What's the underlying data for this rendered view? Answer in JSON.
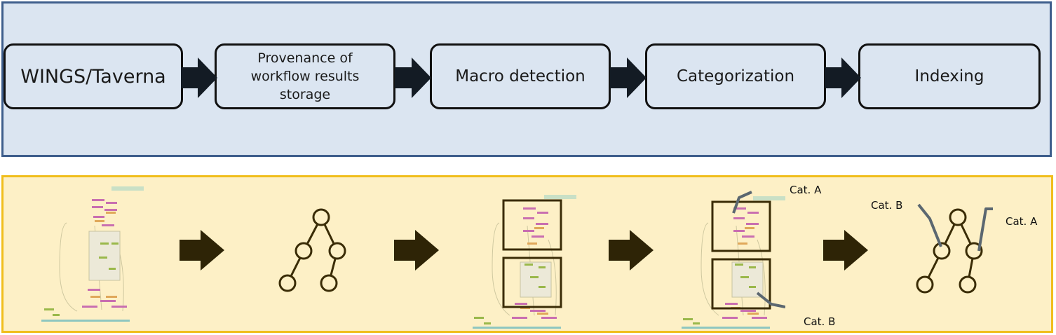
{
  "pipeline": {
    "stages": [
      {
        "label": "WINGS/Taverna"
      },
      {
        "label": "Provenance of workflow results storage",
        "lines": [
          "Provenance of",
          "workflow results",
          "storage"
        ]
      },
      {
        "label": "Macro detection"
      },
      {
        "label": "Categorization"
      },
      {
        "label": "Indexing"
      }
    ]
  },
  "illustration": {
    "categories": {
      "cat_a": "Cat. A",
      "cat_b": "Cat. B"
    }
  },
  "colors": {
    "top_panel_bg": "#dbe5f1",
    "top_panel_border": "#3e5e8c",
    "bottom_panel_bg": "#fdf0c6",
    "bottom_panel_border": "#f0be1c",
    "arrow_top": "#131b24",
    "arrow_bottom": "#2e2406",
    "tree": "#3a2c06",
    "category_line": "#5b6770"
  }
}
